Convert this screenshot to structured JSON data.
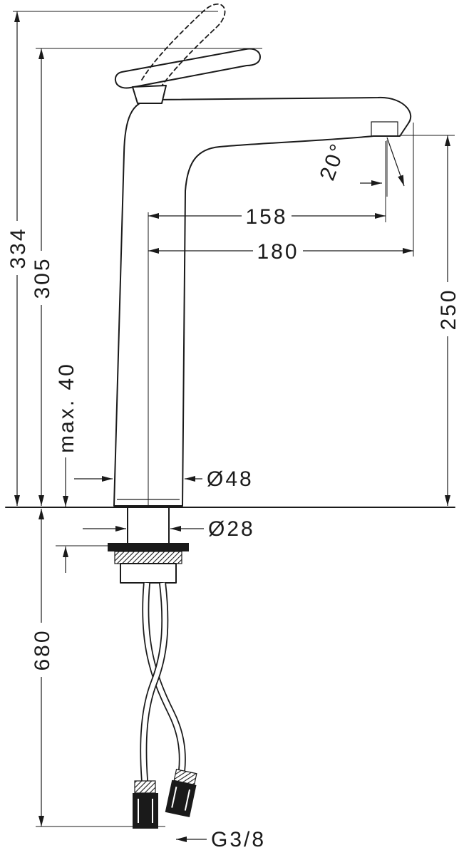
{
  "meta": {
    "type": "technical-dimension-drawing",
    "subject": "single-lever tall basin mixer faucet, side elevation with installation dimensions"
  },
  "colors": {
    "line": "#1a1a1a",
    "background": "#ffffff"
  },
  "labels": {
    "overall_height": "334",
    "handle_height": "305",
    "mounting_thickness": "max. 40",
    "hose_length": "680",
    "outlet_height": "250",
    "reach_aerator": "158",
    "reach_total": "180",
    "outlet_angle": "20°",
    "base_diameter": "Ø48",
    "shank_diameter": "Ø28",
    "connection_thread": "G3/8"
  }
}
